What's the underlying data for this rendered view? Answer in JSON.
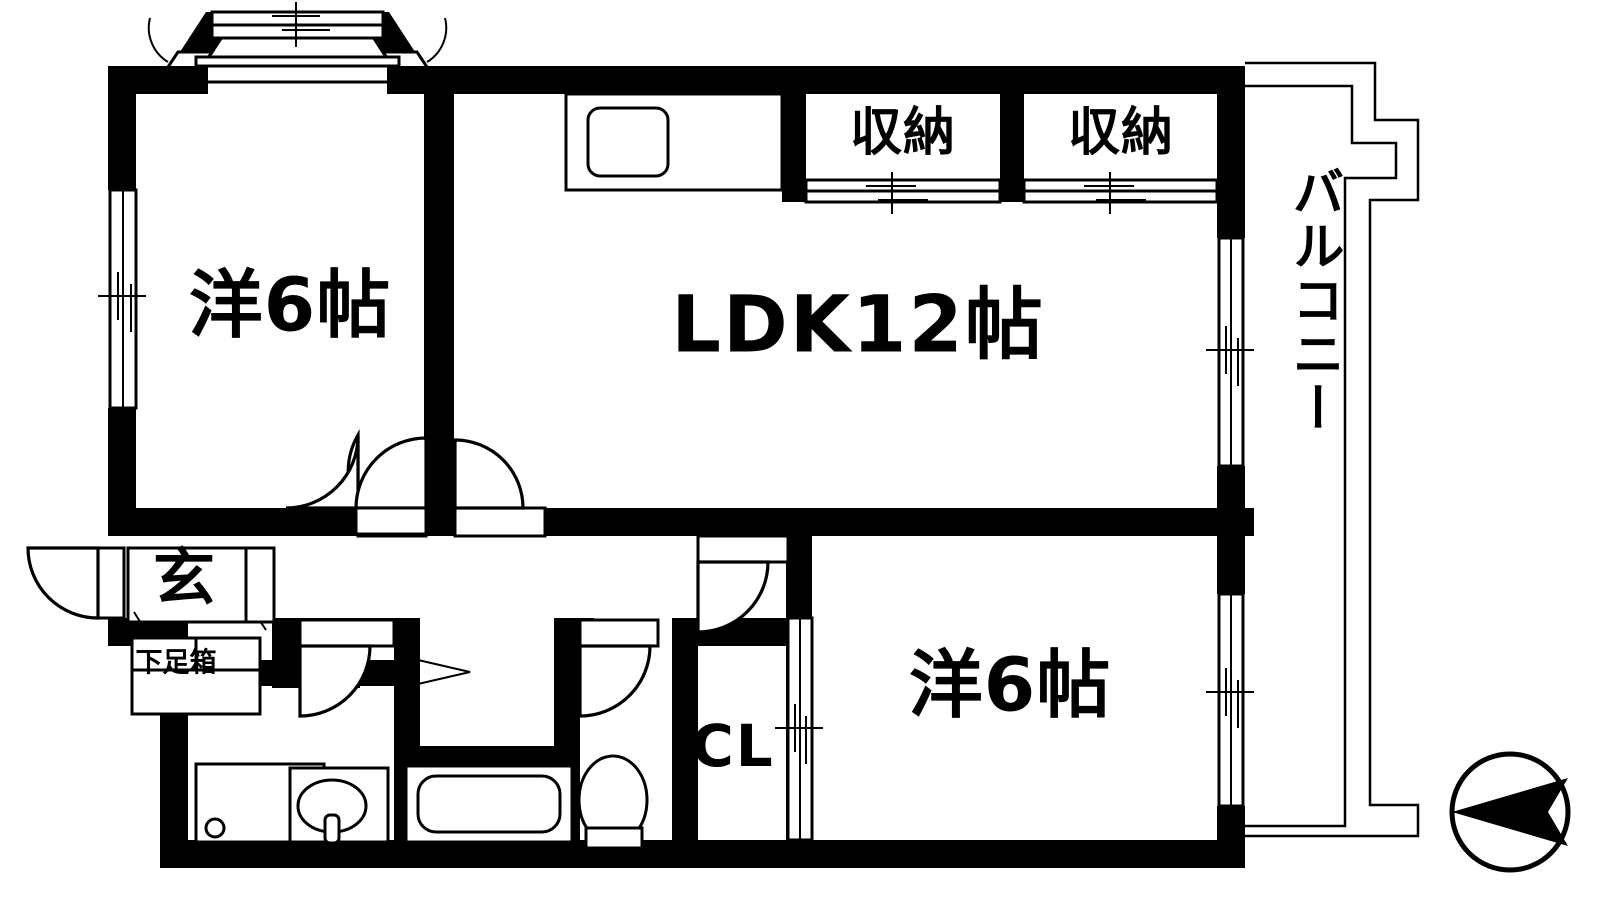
{
  "plan": {
    "type": "japanese-apartment-floor-plan",
    "layout_code": "2LDK",
    "rooms": [
      {
        "id": "bedroom-top-left",
        "label": "洋6帖",
        "kind": "western-room",
        "size_jo": 6
      },
      {
        "id": "living-dining-kitchen",
        "label": "LDK12帖",
        "kind": "ldk",
        "size_jo": 12
      },
      {
        "id": "bedroom-bottom-right",
        "label": "洋6帖",
        "kind": "western-room",
        "size_jo": 6
      },
      {
        "id": "closet-top-left",
        "label": "収納",
        "kind": "storage"
      },
      {
        "id": "closet-top-right",
        "label": "収納",
        "kind": "storage"
      },
      {
        "id": "closet-cl",
        "label": "CL",
        "kind": "closet"
      },
      {
        "id": "entrance",
        "label": "玄",
        "kind": "genkan"
      },
      {
        "id": "shoe-box",
        "label": "下足箱",
        "kind": "shoe-cabinet"
      },
      {
        "id": "balcony",
        "label": "バルコニー",
        "kind": "balcony"
      }
    ],
    "fixtures": [
      {
        "id": "kitchen-sink",
        "name": "kitchen-sink-icon"
      },
      {
        "id": "bathtub",
        "name": "bathtub-icon"
      },
      {
        "id": "toilet",
        "name": "toilet-icon"
      },
      {
        "id": "vanity-basin",
        "name": "washbasin-icon"
      },
      {
        "id": "washer-space",
        "name": "washing-machine-icon"
      },
      {
        "id": "bay-window",
        "name": "bay-window-icon"
      },
      {
        "id": "compass",
        "name": "compass-rose-icon"
      }
    ],
    "colors": {
      "wall": "#000000",
      "background": "#ffffff",
      "line": "#000000"
    }
  }
}
